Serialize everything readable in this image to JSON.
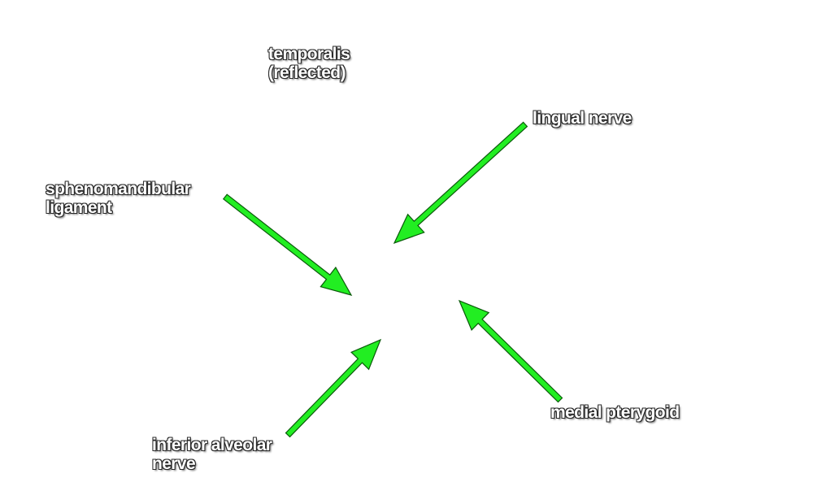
{
  "labels": {
    "temporalis": [
      "temporalis",
      "(reflected)"
    ],
    "lingual_nerve": [
      "lingual nerve"
    ],
    "sphenomandibular": [
      "sphenomandibular",
      "ligament"
    ],
    "medial_pterygoid": [
      "medial pterygoid"
    ],
    "inferior_alveolar": [
      "inferior alveolar",
      "nerve"
    ]
  },
  "colors": {
    "arrow_fill": "#22ee22",
    "arrow_outline": "#0a5a0a",
    "label_text": "#ffffff",
    "label_outline": "#2a2a2a",
    "background": "#ffffff"
  }
}
